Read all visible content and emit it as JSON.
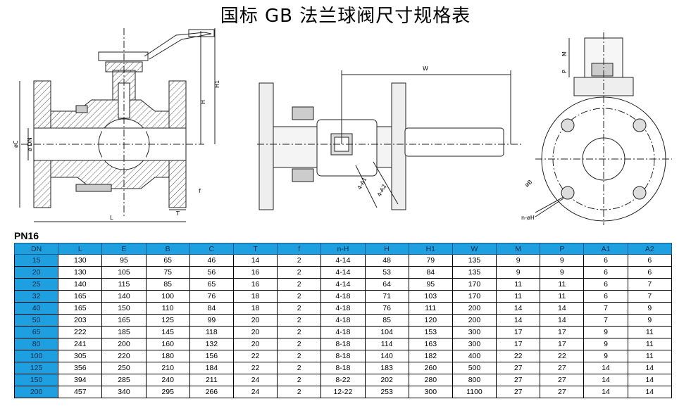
{
  "title": "国标 GB 法兰球阀尺寸规格表",
  "table_caption": "PN16",
  "drawing_labels": {
    "h1": "H1",
    "h": "H",
    "oc": "øC",
    "odn": "ø DN",
    "l": "L",
    "t": "T",
    "f": "f",
    "w": "W",
    "a1": "4-A1",
    "a2": "4-A2",
    "m": "M",
    "p": "P",
    "ob": "øB",
    "nh": "n-øH"
  },
  "columns": [
    "DN",
    "L",
    "E",
    "B",
    "C",
    "T",
    "f",
    "n-H",
    "H",
    "H1",
    "W",
    "M",
    "P",
    "A1",
    "A2"
  ],
  "rows": [
    [
      "15",
      "130",
      "95",
      "65",
      "46",
      "14",
      "2",
      "4-14",
      "48",
      "79",
      "135",
      "9",
      "9",
      "6",
      "6"
    ],
    [
      "20",
      "130",
      "105",
      "75",
      "56",
      "16",
      "2",
      "4-14",
      "53",
      "84",
      "135",
      "9",
      "9",
      "6",
      "6"
    ],
    [
      "25",
      "140",
      "115",
      "85",
      "65",
      "16",
      "2",
      "4-14",
      "64",
      "95",
      "170",
      "11",
      "11",
      "6",
      "7"
    ],
    [
      "32",
      "165",
      "140",
      "100",
      "76",
      "18",
      "2",
      "4-18",
      "71",
      "103",
      "170",
      "11",
      "11",
      "6",
      "7"
    ],
    [
      "40",
      "165",
      "150",
      "110",
      "84",
      "18",
      "2",
      "4-18",
      "76",
      "111",
      "200",
      "14",
      "14",
      "7",
      "9"
    ],
    [
      "50",
      "203",
      "165",
      "125",
      "99",
      "20",
      "2",
      "4-18",
      "85",
      "120",
      "200",
      "14",
      "14",
      "7",
      "9"
    ],
    [
      "65",
      "222",
      "185",
      "145",
      "118",
      "20",
      "2",
      "4-18",
      "104",
      "153",
      "300",
      "17",
      "17",
      "9",
      "11"
    ],
    [
      "80",
      "241",
      "200",
      "160",
      "132",
      "20",
      "2",
      "8-18",
      "114",
      "163",
      "300",
      "17",
      "17",
      "9",
      "11"
    ],
    [
      "100",
      "305",
      "220",
      "180",
      "156",
      "22",
      "2",
      "8-18",
      "140",
      "182",
      "400",
      "22",
      "22",
      "9",
      "11"
    ],
    [
      "125",
      "356",
      "250",
      "210",
      "184",
      "22",
      "2",
      "8-18",
      "183",
      "260",
      "500",
      "27",
      "27",
      "14",
      "14"
    ],
    [
      "150",
      "394",
      "285",
      "240",
      "211",
      "24",
      "2",
      "8-22",
      "202",
      "280",
      "800",
      "27",
      "27",
      "14",
      "14"
    ],
    [
      "200",
      "457",
      "340",
      "295",
      "266",
      "24",
      "2",
      "12-22",
      "253",
      "300",
      "1100",
      "27",
      "27",
      "14",
      "14"
    ]
  ]
}
